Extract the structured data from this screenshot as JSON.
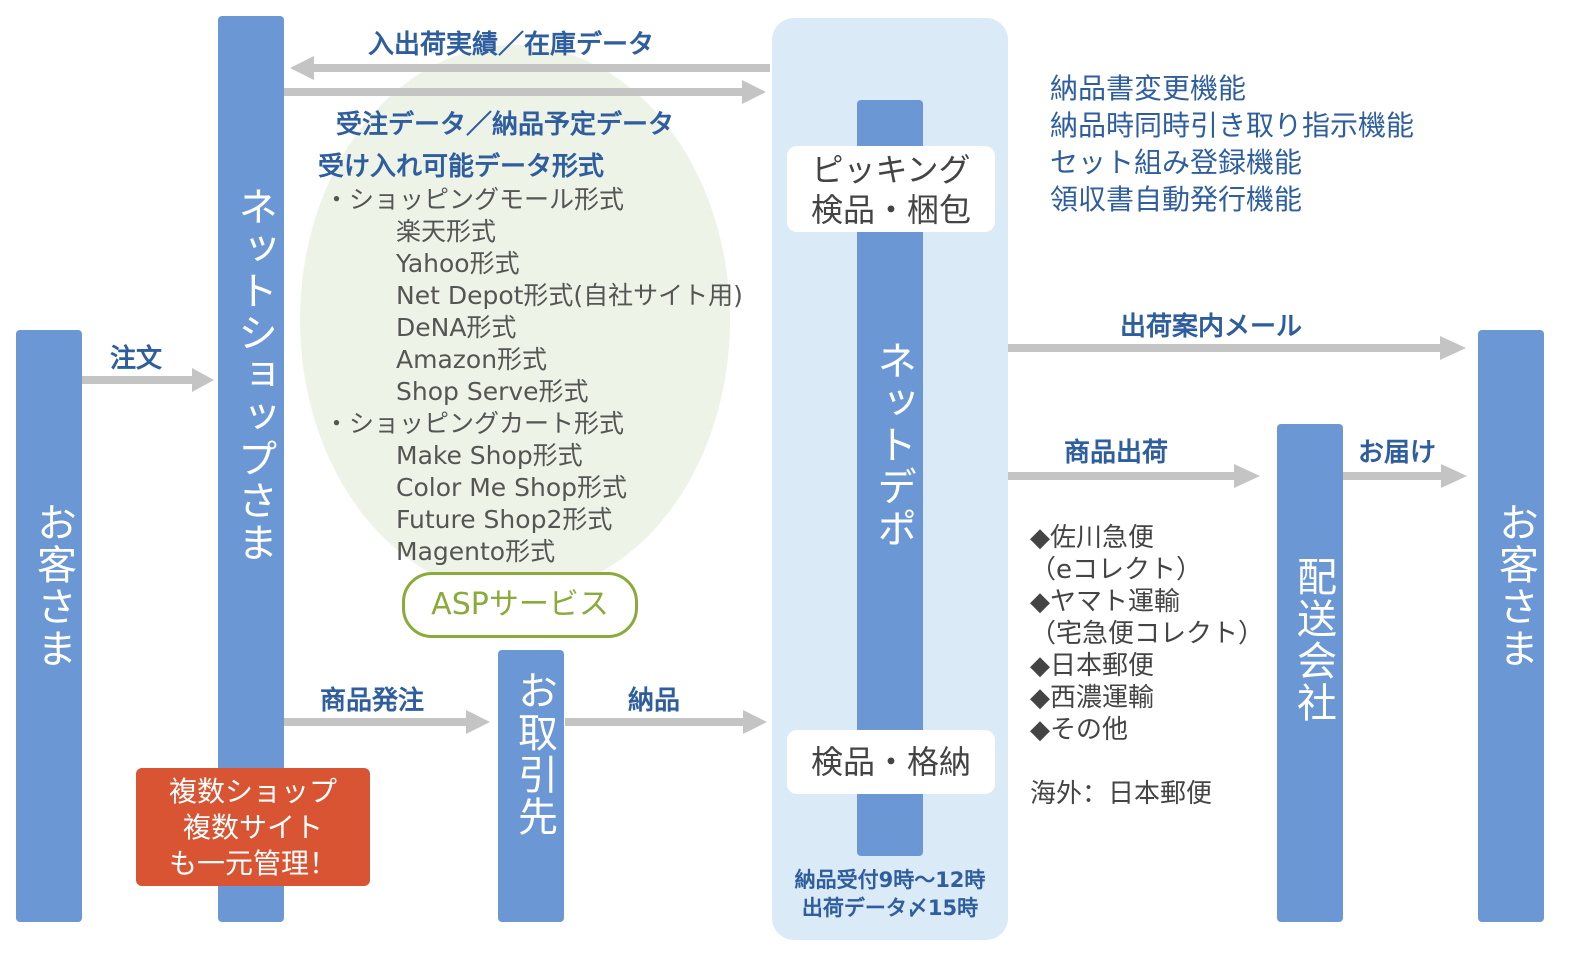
{
  "customers_left": "お客さま",
  "customers_right": "お客さま",
  "net_shop": "ネットショップさま",
  "supplier": "お取引先",
  "net_depot": "ネットデポ",
  "carrier_company": "配送会社",
  "arrows": {
    "order": "注文",
    "stock_data": "入出荷実績／在庫データ",
    "order_data": "受注データ／納品予定データ",
    "purchase_order": "商品発注",
    "delivery": "納品",
    "shipping_mail": "出荷案内メール",
    "product_shipping": "商品出荷",
    "deliver_to_customer": "お届け"
  },
  "formats": {
    "title": "受け入れ可能データ形式",
    "mall_heading": "・ショッピングモール形式",
    "mall_items": [
      "楽天形式",
      "Yahoo形式",
      "Net Depot形式(自社サイト用)",
      "DeNA形式",
      "Amazon形式",
      "Shop Serve形式"
    ],
    "cart_heading": "・ショッピングカート形式",
    "cart_items": [
      "Make Shop形式",
      "Color Me Shop形式",
      "Future Shop2形式",
      "Magento形式"
    ]
  },
  "asp_service": "ASPサービス",
  "multi_shop_note": [
    "複数ショップ",
    "複数サイト",
    "も一元管理！"
  ],
  "depot_top_box": [
    "ピッキング",
    "検品・梱包"
  ],
  "depot_bottom_box": "検品・格納",
  "depot_hours": [
    "納品受付9時〜12時",
    "出荷データ〆15時"
  ],
  "features": [
    "納品書変更機能",
    "納品時同時引き取り指示機能",
    "セット組み登録機能",
    "領収書自動発行機能"
  ],
  "carriers": [
    "◆佐川急便",
    "（eコレクト）",
    "◆ヤマト運輸",
    "（宅急便コレクト）",
    "◆日本郵便",
    "◆西濃運輸",
    "◆その他"
  ],
  "overseas": "海外：日本郵便",
  "colors": {
    "bar_blue": "#6b98d5",
    "label_blue": "#2f5e9e",
    "arrow_gray": "#c4c4c4",
    "depot_bg": "#dbeaf7",
    "note_red": "#d95432",
    "asp_green": "#8aaa3a",
    "oval_green": "#eef3e7"
  }
}
